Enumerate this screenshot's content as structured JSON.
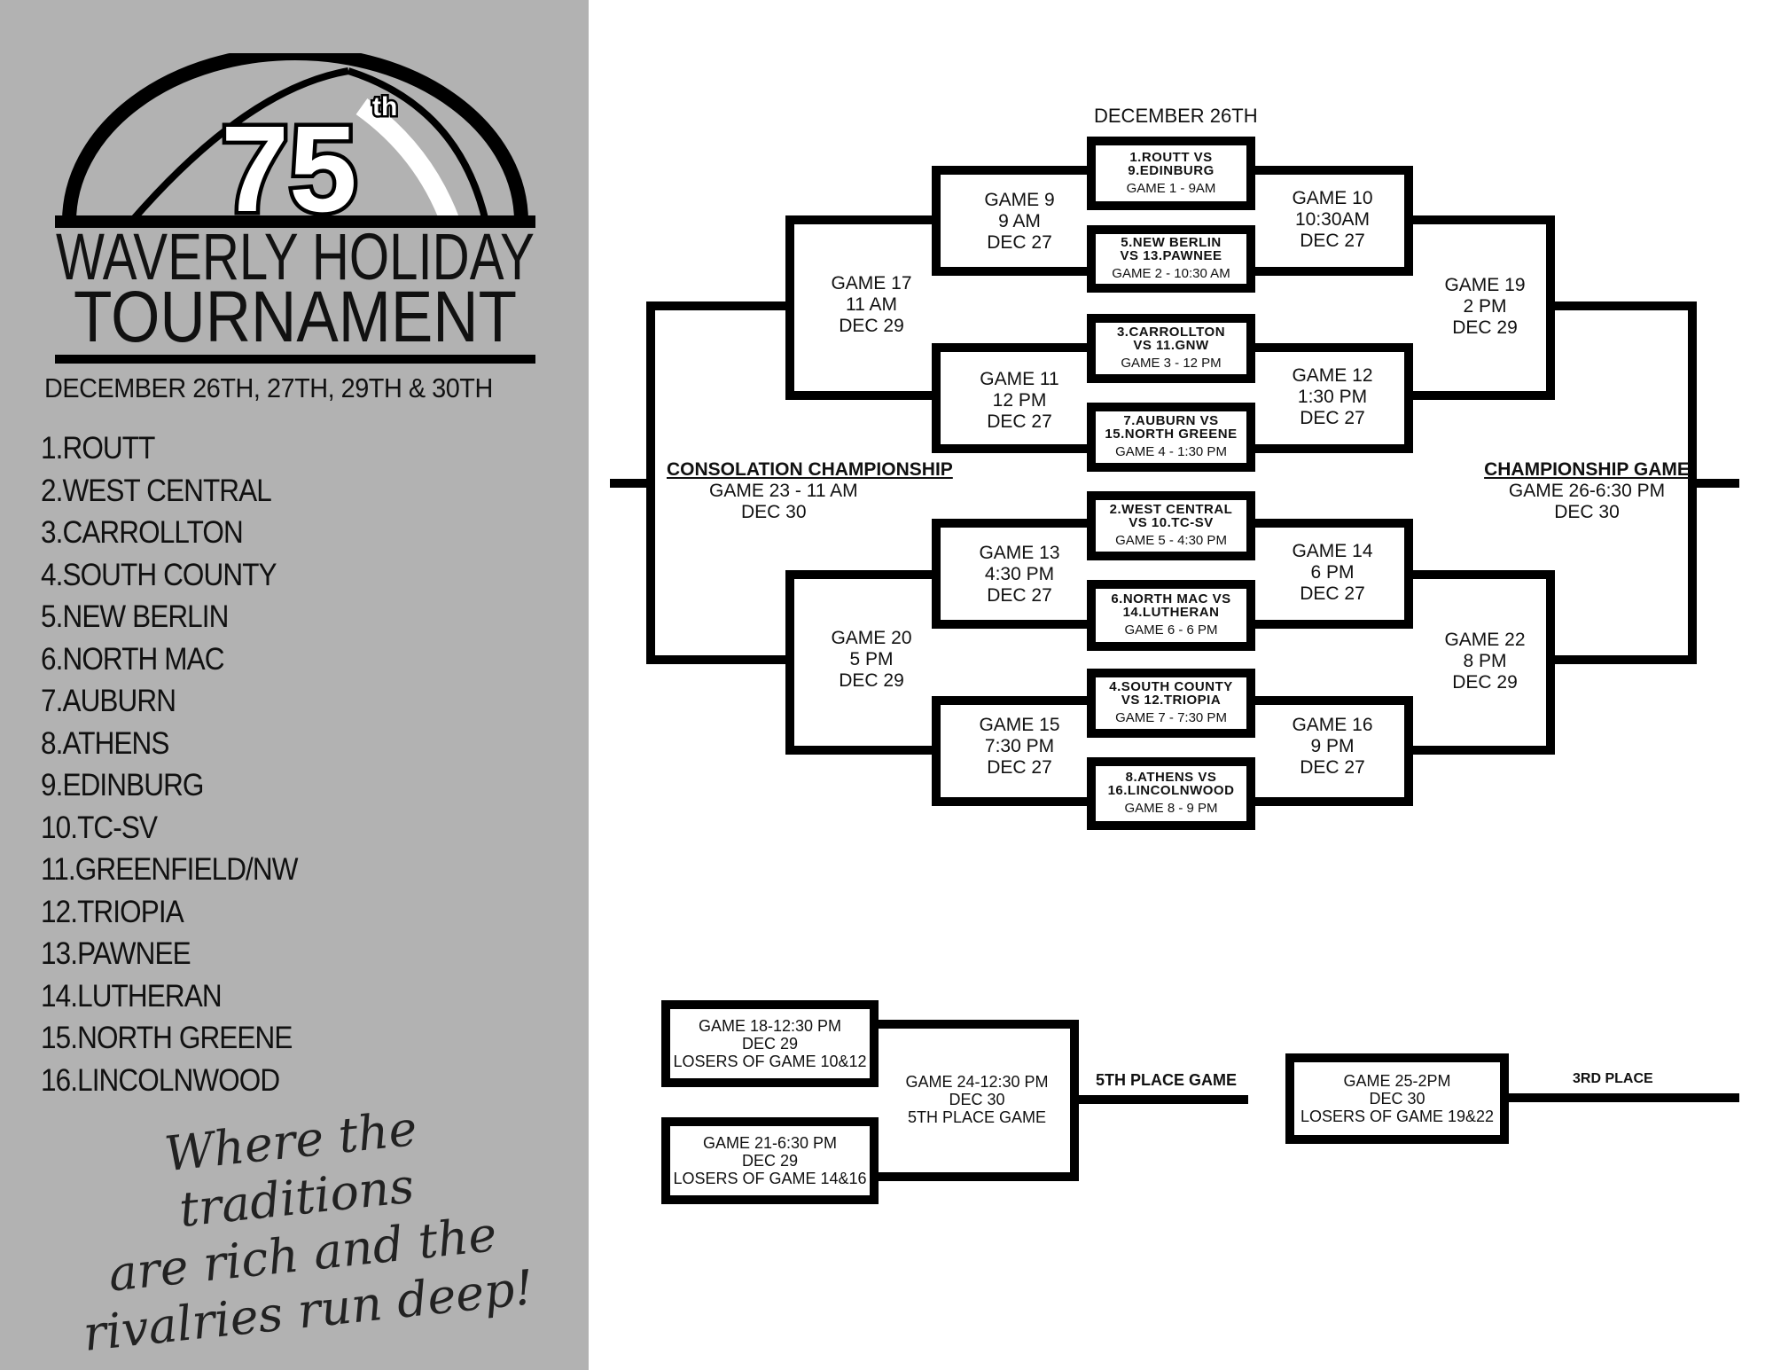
{
  "logo": {
    "number": "75",
    "suffix": "th",
    "line1": "WAVERLY HOLIDAY",
    "line2": "TOURNAMENT"
  },
  "dates": "DECEMBER 26TH, 27TH, 29TH & 30TH",
  "teams": [
    "1.ROUTT",
    "2.WEST CENTRAL",
    "3.CARROLLTON",
    "4.SOUTH COUNTY",
    "5.NEW BERLIN",
    "6.NORTH MAC",
    "7.AUBURN",
    "8.ATHENS",
    "9.EDINBURG",
    "10.TC-SV",
    "11.GREENFIELD/NW",
    "12.TRIOPIA",
    "13.PAWNEE",
    "14.LUTHERAN",
    "15.NORTH GREENE",
    "16.LINCOLNWOOD"
  ],
  "tagline": [
    "Where the traditions",
    "are rich and the",
    "rivalries run deep!"
  ],
  "bracket": {
    "header": "DECEMBER 26TH",
    "first_round": [
      {
        "line1": "1.ROUTT VS",
        "line2": "9.EDINBURG",
        "time": "GAME 1 - 9AM"
      },
      {
        "line1": "5.NEW BERLIN",
        "line2": "VS 13.PAWNEE",
        "time": "GAME  2 - 10:30 AM"
      },
      {
        "line1": "3.CARROLLTON",
        "line2": "VS 11.GNW",
        "time": "GAME  3 - 12 PM"
      },
      {
        "line1": "7.AUBURN VS",
        "line2": "15.NORTH GREENE",
        "time": "GAME  4 - 1:30 PM"
      },
      {
        "line1": "2.WEST CENTRAL",
        "line2": "VS 10.TC-SV",
        "time": "GAME  5 - 4:30 PM"
      },
      {
        "line1": "6.NORTH MAC VS",
        "line2": "14.LUTHERAN",
        "time": "GAME  6 - 6 PM"
      },
      {
        "line1": "4.SOUTH COUNTY",
        "line2": "VS 12.TRIOPIA",
        "time": "GAME  7 - 7:30 PM"
      },
      {
        "line1": "8.ATHENS VS",
        "line2": "16.LINCOLNWOOD",
        "time": "GAME  8 - 9 PM"
      }
    ],
    "left_second": [
      {
        "game": "GAME 9",
        "time": "9 AM",
        "day": "DEC 27"
      },
      {
        "game": "GAME 11",
        "time": "12 PM",
        "day": "DEC 27"
      },
      {
        "game": "GAME 13",
        "time": "4:30 PM",
        "day": "DEC 27"
      },
      {
        "game": "GAME 15",
        "time": "7:30 PM",
        "day": "DEC 27"
      }
    ],
    "right_second": [
      {
        "game": "GAME 10",
        "time": "10:30AM",
        "day": "DEC 27"
      },
      {
        "game": "GAME 12",
        "time": "1:30 PM",
        "day": "DEC 27"
      },
      {
        "game": "GAME 14",
        "time": "6 PM",
        "day": "DEC 27"
      },
      {
        "game": "GAME 16",
        "time": "9 PM",
        "day": "DEC 27"
      }
    ],
    "left_third": [
      {
        "game": "GAME 17",
        "time": "11 AM",
        "day": "DEC 29"
      },
      {
        "game": "GAME 20",
        "time": "5 PM",
        "day": "DEC 29"
      }
    ],
    "right_third": [
      {
        "game": "GAME 19",
        "time": "2 PM",
        "day": "DEC 29"
      },
      {
        "game": "GAME 22",
        "time": "8 PM",
        "day": "DEC 29"
      }
    ],
    "consolation": {
      "title": "CONSOLATION CHAMPIONSHIP",
      "game": "GAME 23 - 11 AM",
      "day": "DEC 30"
    },
    "championship": {
      "title": "CHAMPIONSHIP GAME",
      "game": "GAME 26-6:30 PM",
      "day": "DEC 30"
    }
  },
  "placement": {
    "game18": {
      "line1": "GAME 18-12:30 PM",
      "line2": "DEC 29",
      "line3": "LOSERS OF GAME 10&12"
    },
    "game21": {
      "line1": "GAME 21-6:30 PM",
      "line2": "DEC 29",
      "line3": "LOSERS OF GAME 14&16"
    },
    "game24": {
      "line1": "GAME 24-12:30 PM",
      "line2": "DEC 30",
      "line3": "5TH PLACE GAME"
    },
    "fifth_label": "5TH PLACE GAME",
    "game25": {
      "line1": "GAME 25-2PM",
      "line2": "DEC 30",
      "line3": "LOSERS OF GAME 19&22"
    },
    "third_label": "3RD PLACE"
  },
  "colors": {
    "sidebar": "#b2b2b2",
    "ink": "#000000",
    "background": "#ffffff"
  }
}
